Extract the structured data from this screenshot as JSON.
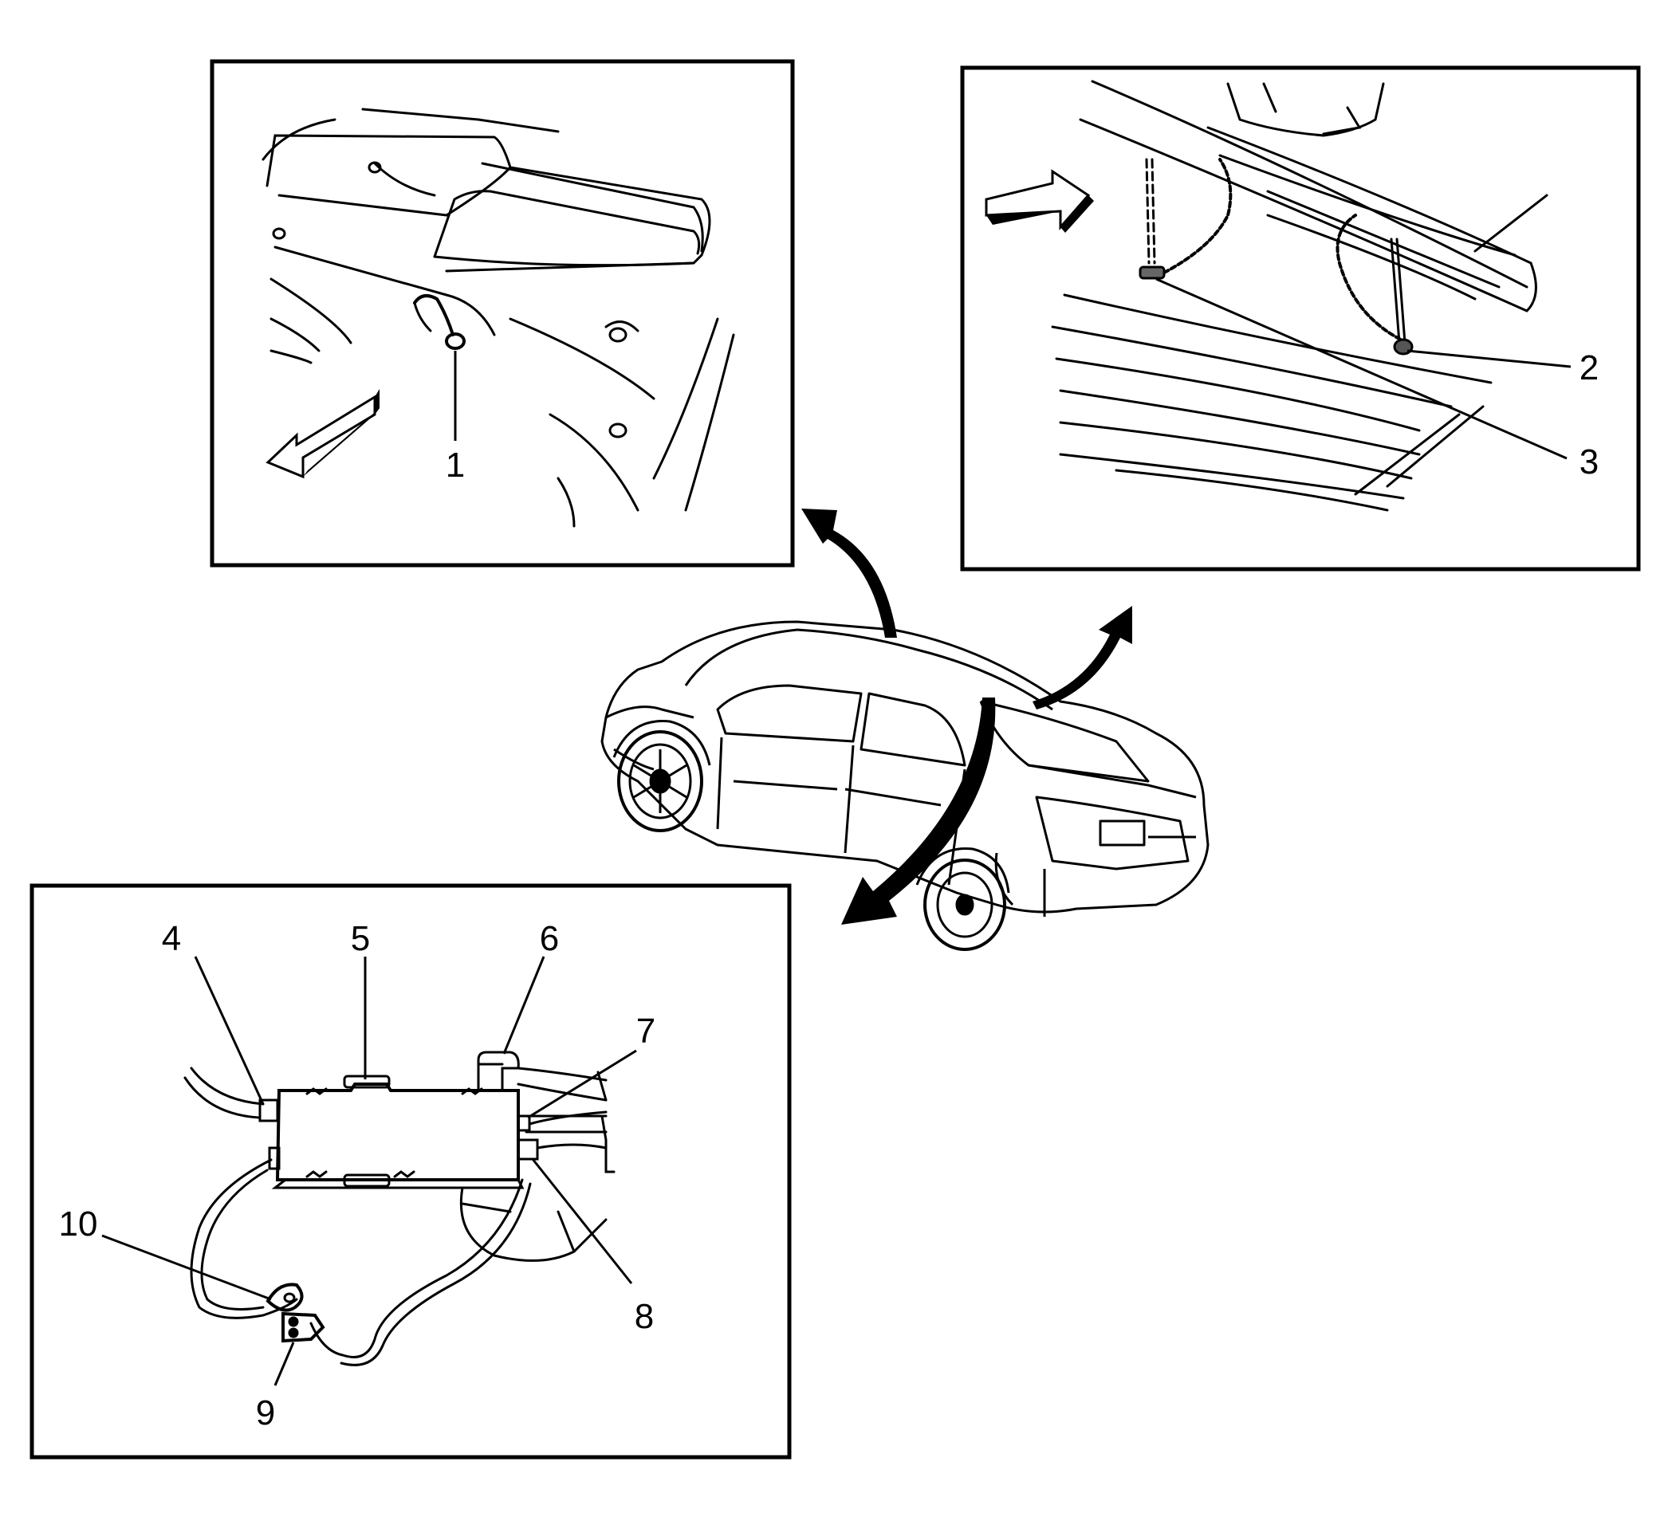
{
  "callouts": {
    "c1": "1",
    "c2": "2",
    "c3": "3",
    "c4": "4",
    "c5": "5",
    "c6": "6",
    "c7": "7",
    "c8": "8",
    "c9": "9",
    "c10": "10"
  },
  "colors": {
    "line": "#000000",
    "background": "#ffffff",
    "arrow_fill": "#000000",
    "wire_dark": "#5a5a5a"
  }
}
